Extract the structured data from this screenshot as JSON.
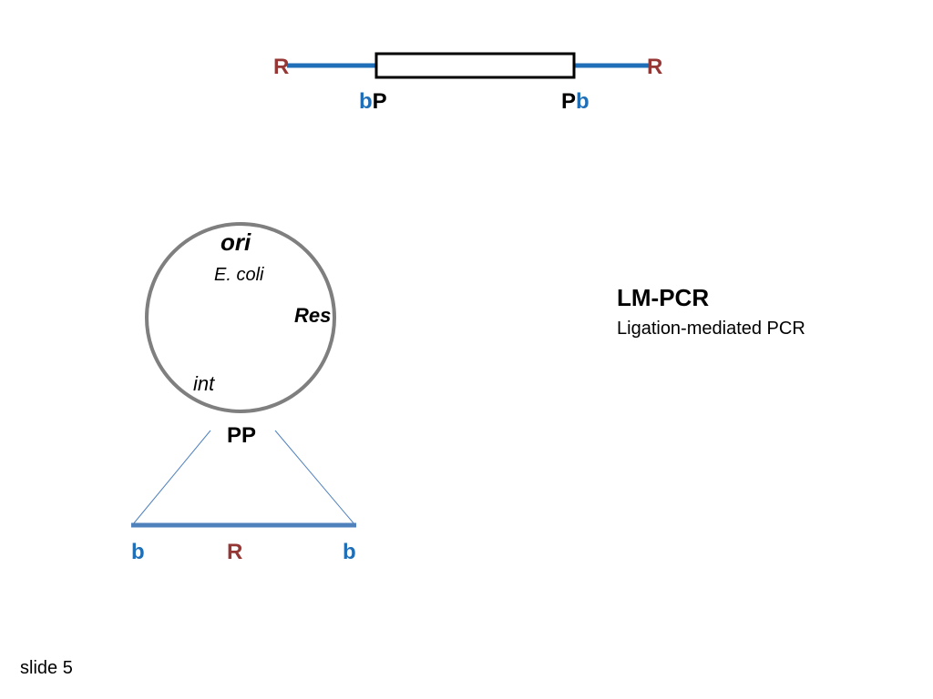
{
  "colors": {
    "red_label": "#953735",
    "blue_label": "#1f6fb8",
    "blue_line": "#1f6fb8",
    "slate_line": "#4f81bd",
    "circle_stroke": "#7f7f7f",
    "black": "#000000"
  },
  "top_construct": {
    "left_end": "R",
    "right_end": "R",
    "left_junction": {
      "b": "b",
      "p": "P"
    },
    "right_junction": {
      "p": "P",
      "b": "b"
    }
  },
  "plasmid": {
    "ori": "ori",
    "ecoli": "E. coli",
    "res": "Res",
    "int": "int",
    "pp": "PP"
  },
  "fragment": {
    "left": "b",
    "middle": "R",
    "right": "b"
  },
  "side_panel": {
    "title": "LM-PCR",
    "subtitle": "Ligation-mediated PCR"
  },
  "footer": {
    "slide": "slide 5"
  }
}
